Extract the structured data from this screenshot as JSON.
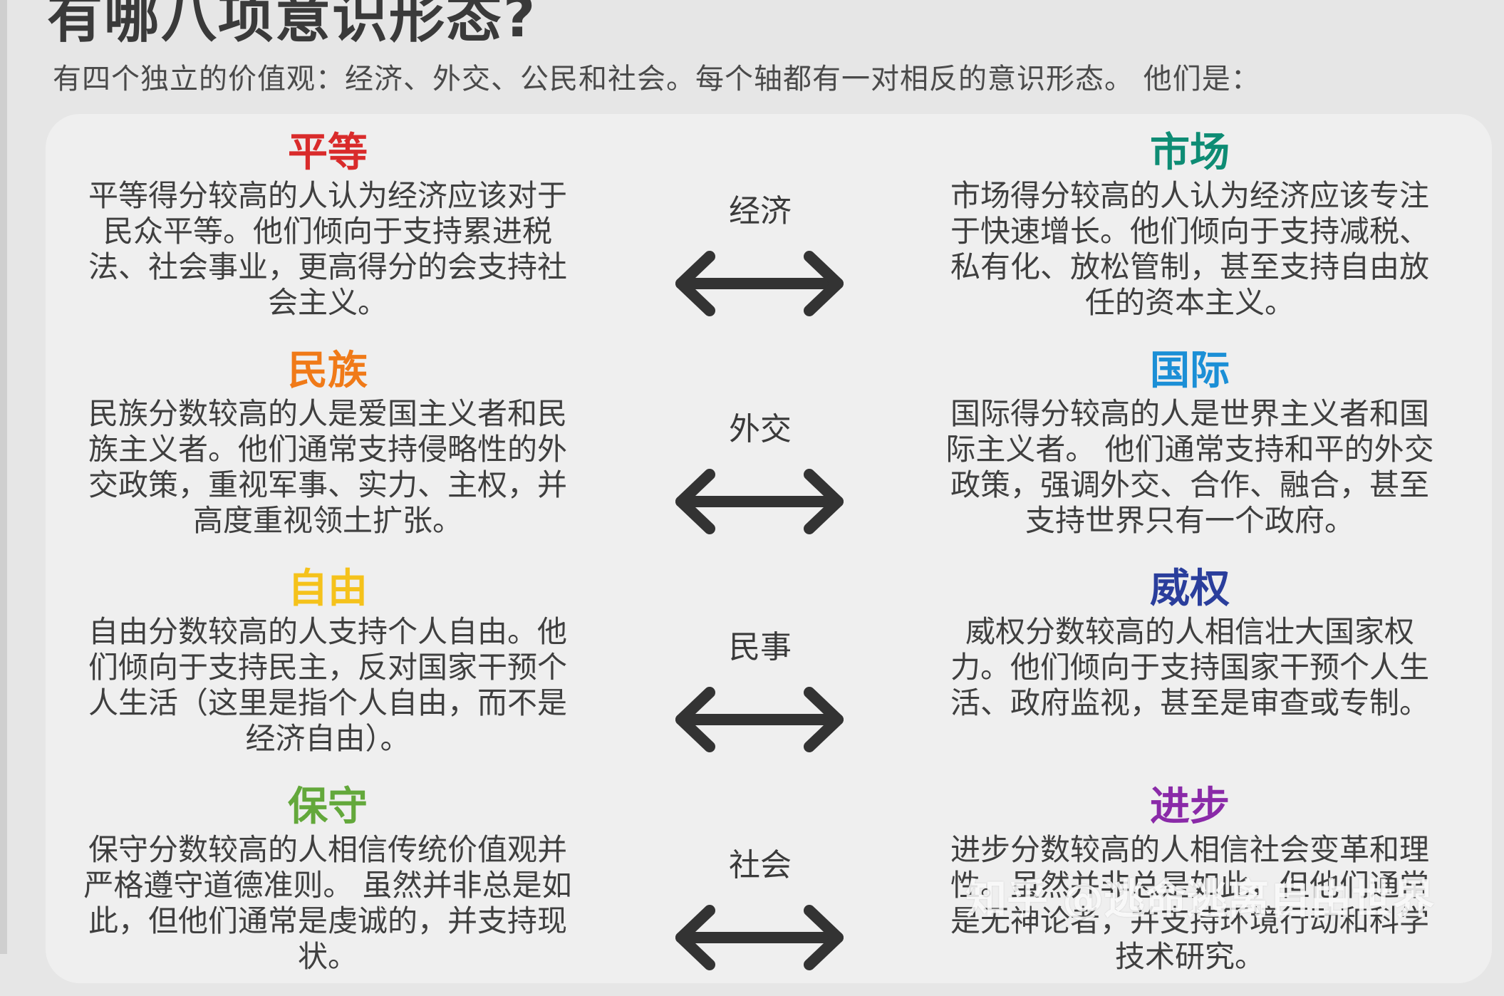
{
  "header": {
    "title": "有哪八项意识形态?",
    "subtitle": "有四个独立的价值观：经济、外交、公民和社会。每个轴都有一对相反的意识形态。 他们是："
  },
  "axes": [
    {
      "label": "经济",
      "left": {
        "title": "平等",
        "color": "#d92b2b",
        "description": "平等得分较高的人认为经济应该对于民众平等。他们倾向于支持累进税法、社会事业，更高得分的会支持社会主义。"
      },
      "right": {
        "title": "市场",
        "color": "#0e8c74",
        "description": "市场得分较高的人认为经济应该专注于快速增长。他们倾向于支持减税、私有化、放松管制，甚至支持自由放任的资本主义。"
      }
    },
    {
      "label": "外交",
      "left": {
        "title": "民族",
        "color": "#f07a18",
        "description": "民族分数较高的人是爱国主义者和民族主义者。他们通常支持侵略性的外交政策，重视军事、实力、主权，并高度重视领土扩张。"
      },
      "right": {
        "title": "国际",
        "color": "#1b8fd6",
        "description": "国际得分较高的人是世界主义者和国际主义者。 他们通常支持和平的外交政策，强调外交、合作、融合，甚至支持世界只有一个政府。"
      }
    },
    {
      "label": "民事",
      "left": {
        "title": "自由",
        "color": "#f5c21b",
        "description": "自由分数较高的人支持个人自由。他们倾向于支持民主，反对国家干预个人生活（这里是指个人自由，而不是经济自由）。"
      },
      "right": {
        "title": "威权",
        "color": "#2a3e9c",
        "description": "威权分数较高的人相信壮大国家权力。他们倾向于支持国家干预个人生活、政府监视，甚至是审查或专制。"
      }
    },
    {
      "label": "社会",
      "left": {
        "title": "保守",
        "color": "#63a83b",
        "description": "保守分数较高的人相信传统价值观并严格遵守道德准则。 虽然并非总是如此，但他们通常是虔诚的，并支持现状。"
      },
      "right": {
        "title": "进步",
        "color": "#8a2aa8",
        "description": "进步分数较高的人相信社会变革和理性。虽然并非总是如此，但他们通常是无神论者，并支持环境行动和科学技术研究。"
      }
    }
  ],
  "arrow_color": "#333333",
  "watermark": "知乎 @逃命逃离自由世界"
}
